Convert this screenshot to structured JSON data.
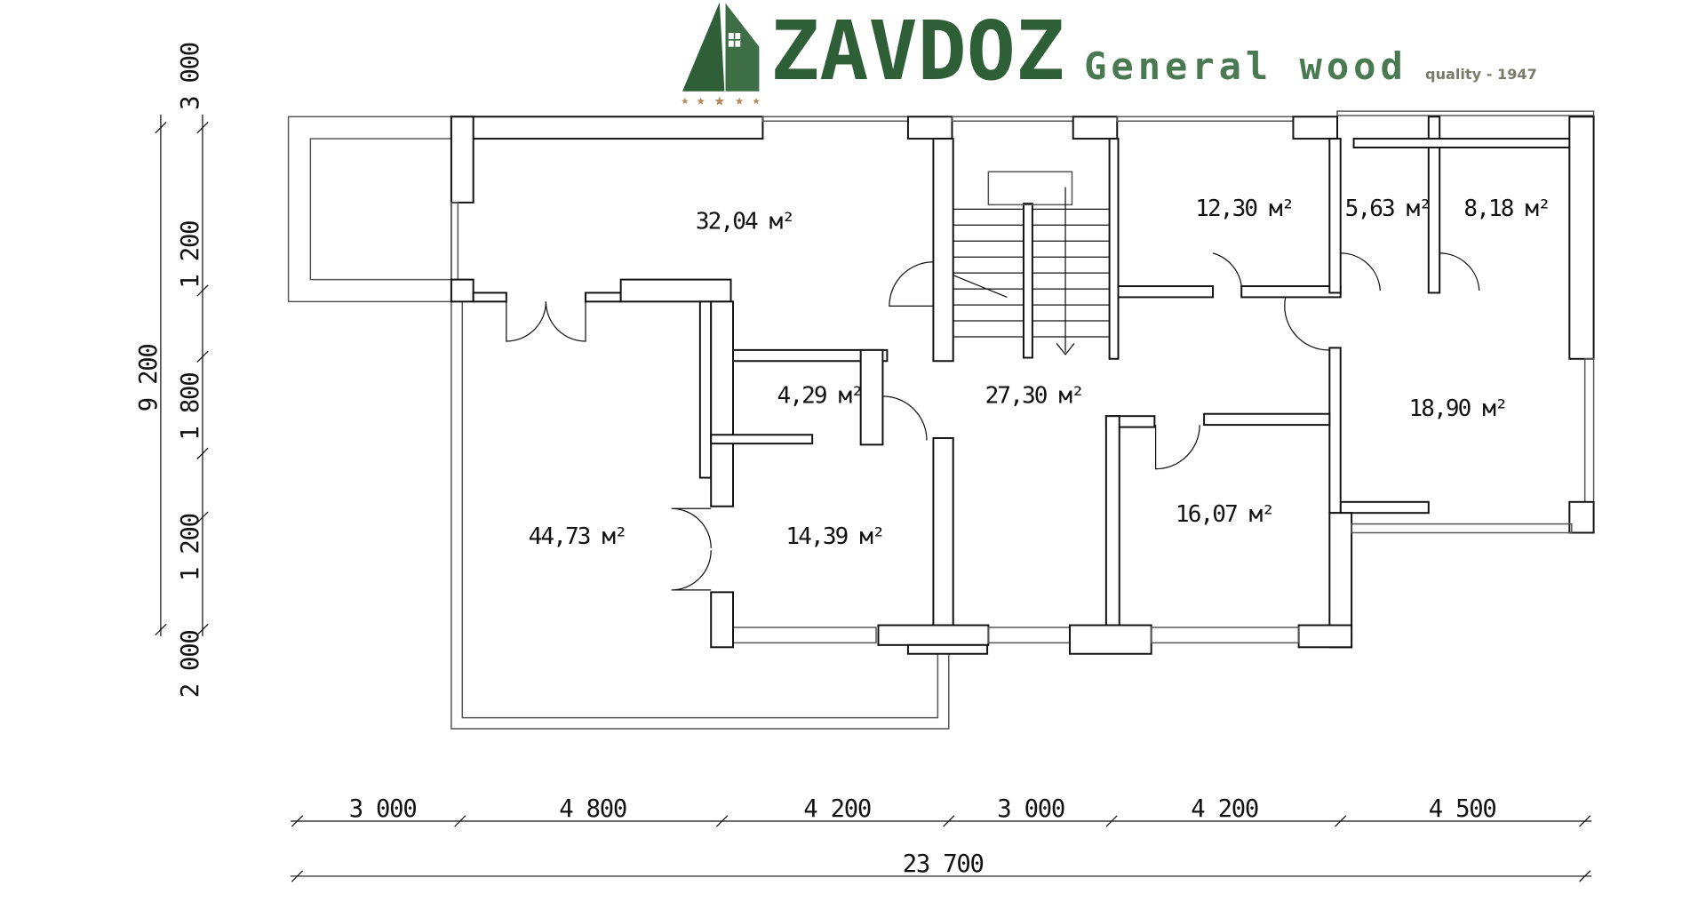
{
  "rooms": [
    {
      "id": "living",
      "area": "32,04 м²"
    },
    {
      "id": "bath-small",
      "area": "4,29 м²"
    },
    {
      "id": "hall",
      "area": "27,30 м²"
    },
    {
      "id": "terrace",
      "area": "44,73 м²"
    },
    {
      "id": "kitchen",
      "area": "14,39 м²"
    },
    {
      "id": "bedroom-mid",
      "area": "16,07 м²"
    },
    {
      "id": "bedroom-right",
      "area": "18,90 м²"
    },
    {
      "id": "room-top",
      "area": "12,30 м²"
    },
    {
      "id": "wc-1",
      "area": "5,63 м²"
    },
    {
      "id": "wc-2",
      "area": "8,18 м²"
    }
  ],
  "dimensions": {
    "horizontal": [
      "3 000",
      "4 800",
      "4 200",
      "3 000",
      "4 200",
      "4 500"
    ],
    "total_width": "23 700",
    "vertical": [
      "3 000",
      "1 200",
      "1 800",
      "1 200",
      "2 000"
    ],
    "total_height": "9 200"
  },
  "logo": {
    "brand": "ZAVDOZ",
    "tagline": "General wood",
    "quality": "quality - 1947",
    "brand_color": "#2f5f37",
    "star_color": "#b98a5e"
  }
}
